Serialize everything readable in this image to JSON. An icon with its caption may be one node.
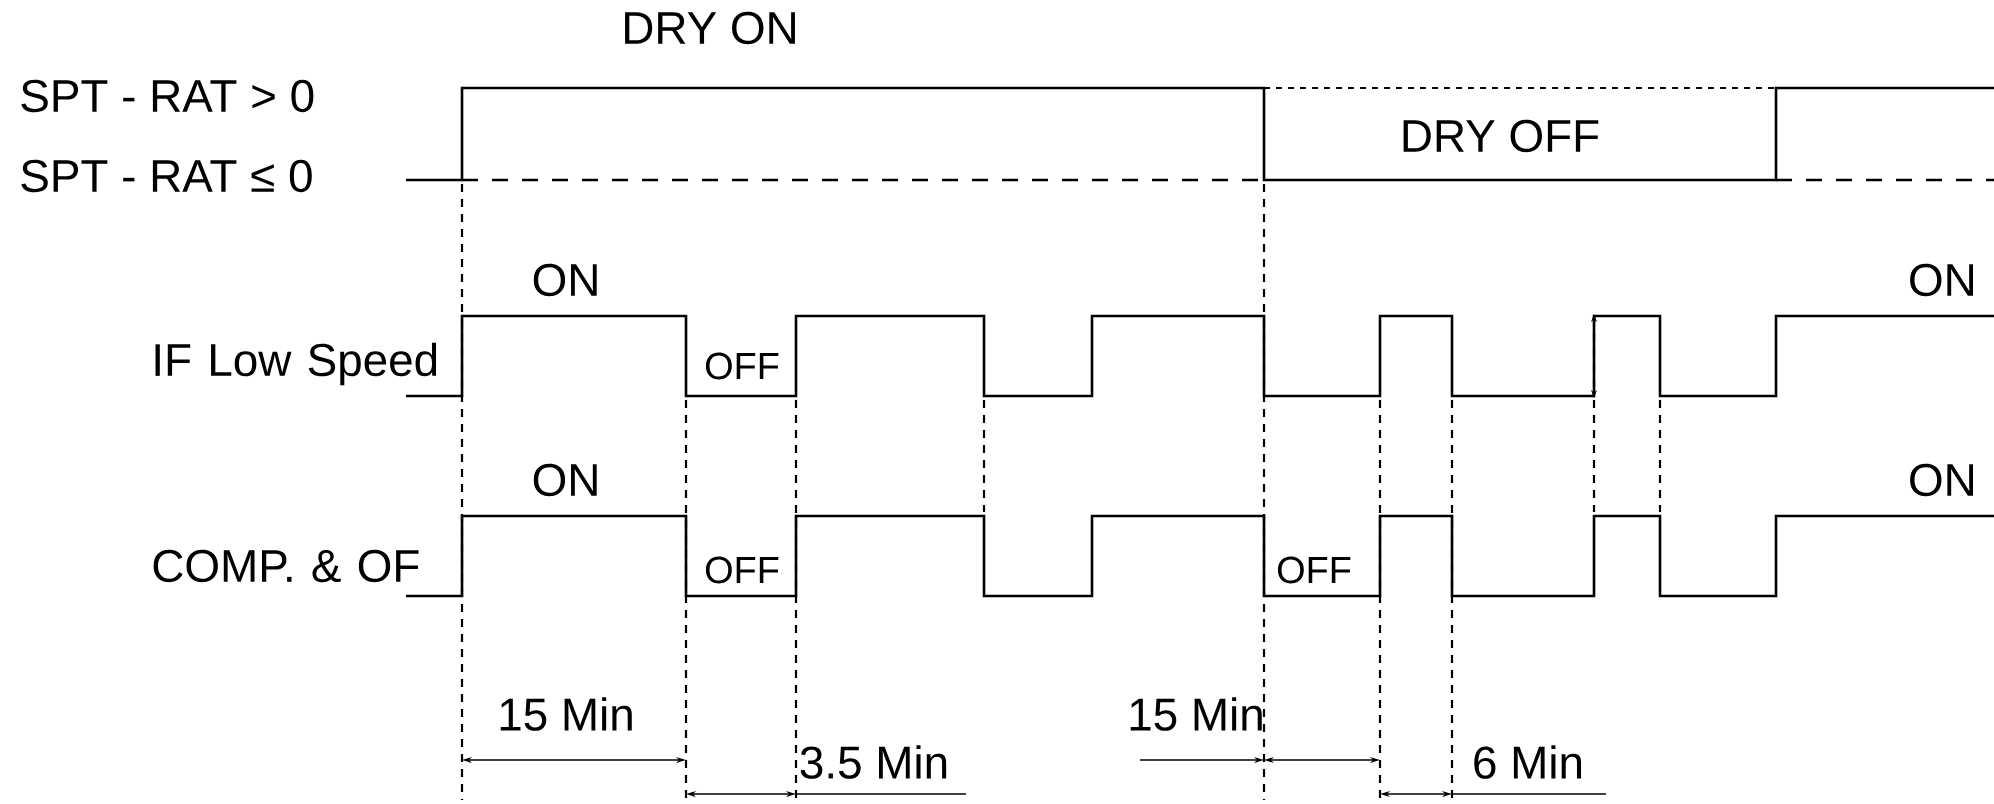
{
  "diagram": {
    "labels": [
      "DRY ON",
      "SPT - RAT > 0",
      "DRY OFF",
      "SPT - RAT ≤ 0",
      "ON",
      "ON",
      "IF Low Speed",
      "OFF",
      "ON",
      "ON",
      "COMP. & OF",
      "OFF",
      "OFF",
      "15 Min",
      "15 Min",
      "3.5 Min",
      "6 Min"
    ]
  }
}
